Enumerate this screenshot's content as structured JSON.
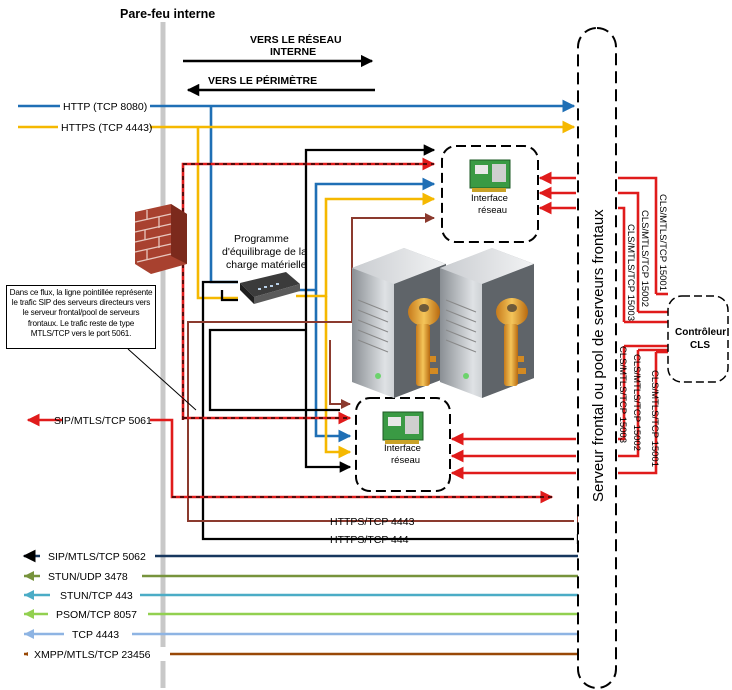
{
  "firewall_label": "Pare-feu interne",
  "direction": {
    "internal": [
      "VERS LE RÉSEAU",
      "INTERNE"
    ],
    "perimeter": "VERS LE PÉRIMÈTRE"
  },
  "flows_in": {
    "http": "HTTP (TCP 8080)",
    "https": "HTTPS (TCP 4443)",
    "sip": "SIP/MTLS/TCP 5061"
  },
  "flows_out": [
    {
      "label": "SIP/MTLS/TCP 5062",
      "color": "#17375e"
    },
    {
      "label": "STUN/UDP 3478",
      "color": "#77933c"
    },
    {
      "label": "STUN/TCP 443",
      "color": "#4bacc6"
    },
    {
      "label": "PSOM/TCP 8057",
      "color": "#92d050"
    },
    {
      "label": "TCP 4443",
      "color": "#8eb4e3"
    },
    {
      "label": "XMPP/MTLS/TCP 23456",
      "color": "#984807"
    }
  ],
  "return_flows": {
    "https_4443": "HTTPS/TCP 4443",
    "https_444": "HTTPS/TCP 444"
  },
  "load_balancer": [
    "Programme",
    "d'équilibrage de la",
    "charge matérielle"
  ],
  "network_interface": [
    "Interface",
    "réseau"
  ],
  "pool_label": "Serveur frontal ou pool de serveurs frontaux",
  "cls_controller": [
    "Contrôleur",
    "CLS"
  ],
  "cls_ports": [
    "CLS/MTLS/TCP 15001",
    "CLS/MTLS/TCP 15002",
    "CLS/MTLS/TCP 15003"
  ],
  "note": "Dans ce flux, la ligne pointillée représente le trafic SIP des serveurs directeurs vers le serveur frontal/pool de serveurs frontaux. Le trafic reste de type MTLS/TCP vers le port 5061.",
  "colors": {
    "http": "#1f6fb5",
    "https": "#f5b800",
    "sip": "#e01b1b",
    "brown": "#8b3a2e",
    "black": "#000000"
  }
}
